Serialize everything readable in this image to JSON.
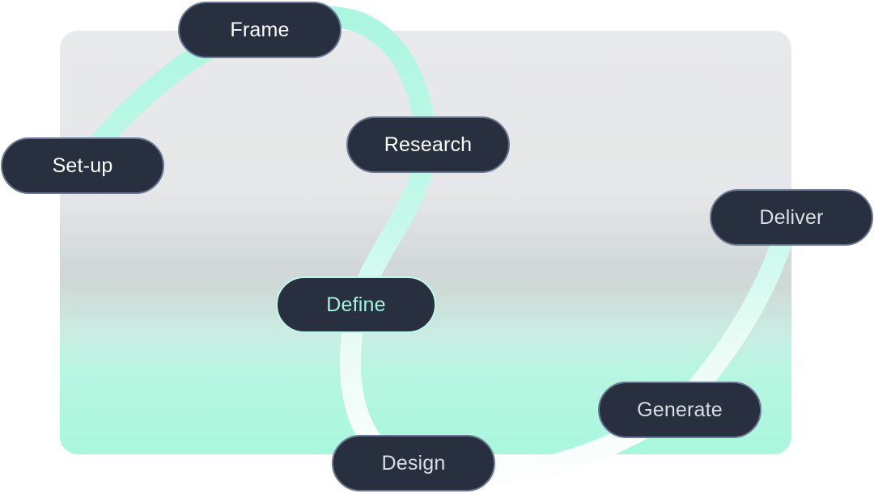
{
  "diagram": {
    "stages": [
      {
        "id": "frame",
        "label": "Frame",
        "state": "default"
      },
      {
        "id": "setup",
        "label": "Set-up",
        "state": "default"
      },
      {
        "id": "research",
        "label": "Research",
        "state": "default"
      },
      {
        "id": "define",
        "label": "Define",
        "state": "active"
      },
      {
        "id": "deliver",
        "label": "Deliver",
        "state": "dim"
      },
      {
        "id": "generate",
        "label": "Generate",
        "state": "dim"
      },
      {
        "id": "design",
        "label": "Design",
        "state": "dim"
      }
    ]
  },
  "colors": {
    "node_fill": "#283040",
    "node_border": "#6a7894",
    "active_text": "#a4f2de",
    "path": "#b5f9e5"
  }
}
